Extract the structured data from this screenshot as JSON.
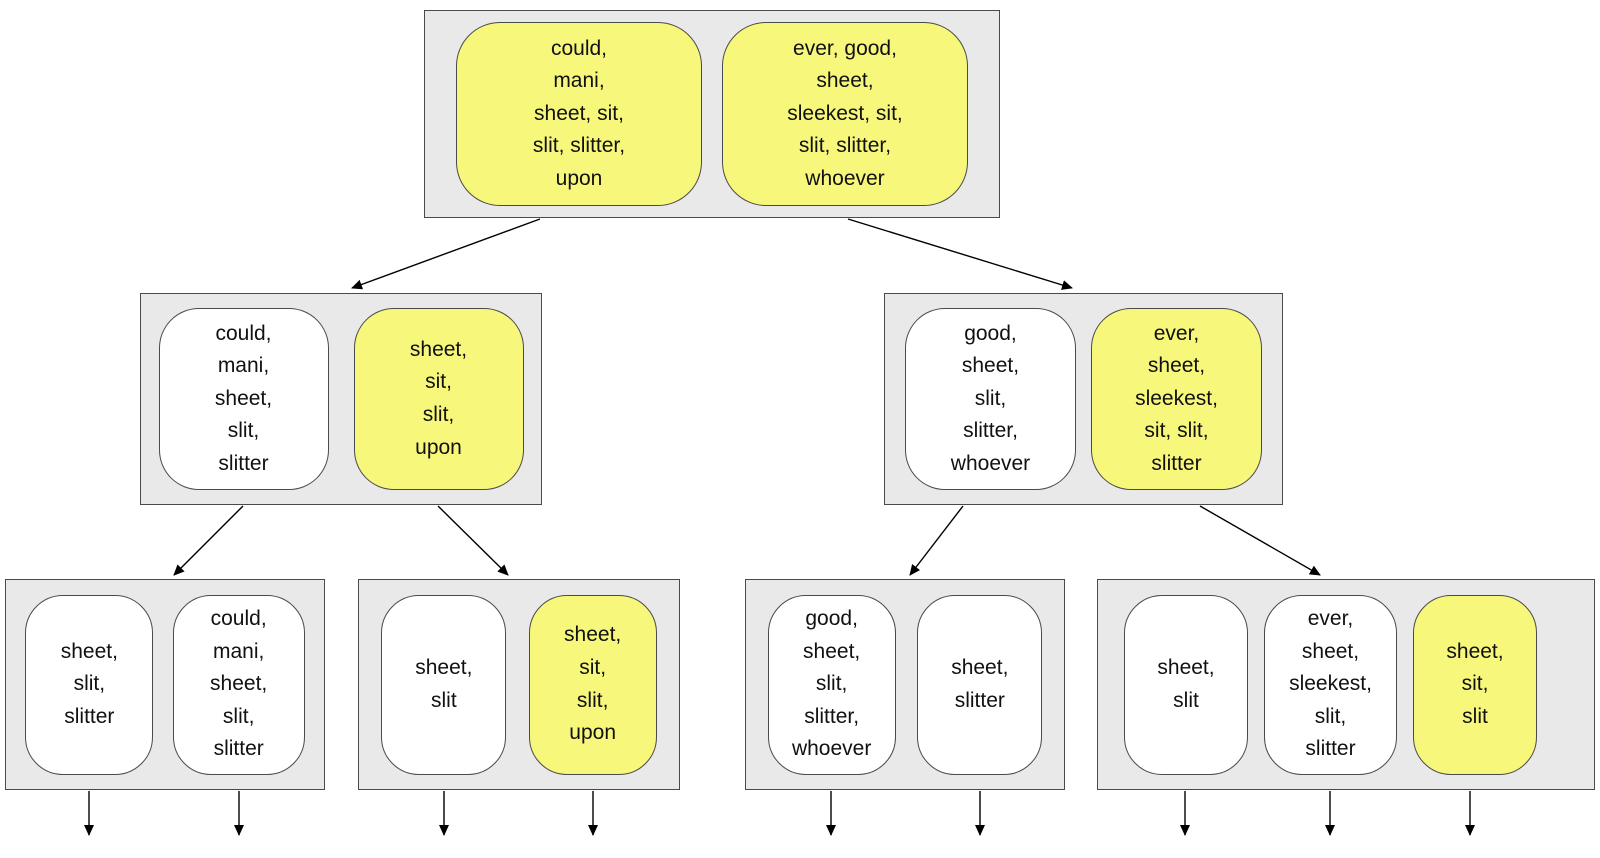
{
  "colors": {
    "highlight_fill": "#f7f77c",
    "default_fill": "#ffffff",
    "group_fill": "#e9e9e9",
    "border": "#4a4a4a",
    "arrow": "#000000"
  },
  "tree": {
    "root": {
      "nodes": [
        {
          "text": "could,\nmani,\nsheet, sit,\nslit, slitter,\nupon",
          "highlighted": true
        },
        {
          "text": "ever, good,\nsheet,\nsleekest, sit,\nslit, slitter,\nwhoever",
          "highlighted": true
        }
      ]
    },
    "left": {
      "nodes": [
        {
          "text": "could,\nmani,\nsheet,\nslit,\nslitter",
          "highlighted": false
        },
        {
          "text": "sheet,\nsit,\nslit,\nupon",
          "highlighted": true
        }
      ]
    },
    "right": {
      "nodes": [
        {
          "text": "good,\nsheet,\nslit,\nslitter,\nwhoever",
          "highlighted": false
        },
        {
          "text": "ever,\nsheet,\nsleekest,\nsit, slit,\nslitter",
          "highlighted": true
        }
      ]
    },
    "leaf1": {
      "nodes": [
        {
          "text": "sheet,\nslit,\nslitter",
          "highlighted": false
        },
        {
          "text": "could,\nmani,\nsheet,\nslit,\nslitter",
          "highlighted": false
        }
      ]
    },
    "leaf2": {
      "nodes": [
        {
          "text": "sheet,\nslit",
          "highlighted": false
        },
        {
          "text": "sheet,\nsit,\nslit,\nupon",
          "highlighted": true
        }
      ]
    },
    "leaf3": {
      "nodes": [
        {
          "text": "good,\nsheet,\nslit,\nslitter,\nwhoever",
          "highlighted": false
        },
        {
          "text": "sheet,\nslitter",
          "highlighted": false
        }
      ]
    },
    "leaf4": {
      "nodes": [
        {
          "text": "sheet,\nslit",
          "highlighted": false
        },
        {
          "text": "ever,\nsheet,\nsleekest,\nslit,\nslitter",
          "highlighted": false
        },
        {
          "text": "sheet,\nsit,\nslit",
          "highlighted": true
        }
      ]
    }
  }
}
